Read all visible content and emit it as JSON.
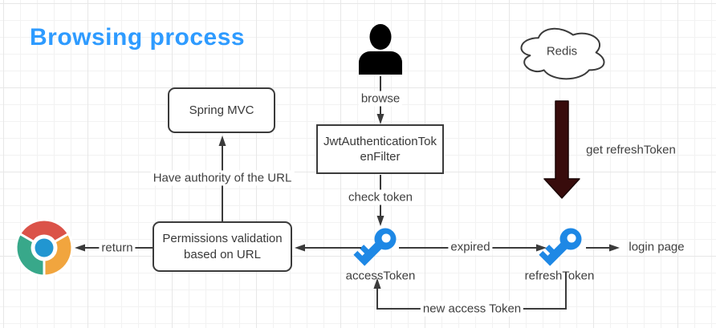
{
  "title": {
    "text": "Browsing process"
  },
  "nodes": {
    "user": {
      "icon": "person"
    },
    "spring_mvc": {
      "label": "Spring MVC"
    },
    "jwt_filter": {
      "label": "JwtAuthenticationTokenFilter"
    },
    "permissions": {
      "label": "Permissions validation based on URL"
    },
    "redis": {
      "label": "Redis"
    },
    "browser": {
      "icon": "chrome-logo"
    },
    "access_token": {
      "label": "accessToken",
      "icon": "key"
    },
    "refresh_token": {
      "label": "refreshToken",
      "icon": "key"
    },
    "login_page": {
      "label": "login page"
    }
  },
  "edges": {
    "browse": {
      "label": "browse"
    },
    "check_token": {
      "label": "check token"
    },
    "have_authority": {
      "label": "Have authority of the URL"
    },
    "return": {
      "label": "return"
    },
    "expired": {
      "label": "expired"
    },
    "get_refresh_token": {
      "label": "get refreshToken"
    },
    "new_access_token": {
      "label": "new access Token"
    }
  },
  "colors": {
    "title_blue": "#2e9bff",
    "edge_gray": "#3b3b3b",
    "key_blue": "#1e88e5",
    "arrow_dark_red": "#380c0c",
    "person_black": "#000000",
    "chrome_red": "#db5349",
    "chrome_green": "#38a88a",
    "chrome_yellow": "#f1a53e",
    "chrome_blue": "#2196d1"
  }
}
